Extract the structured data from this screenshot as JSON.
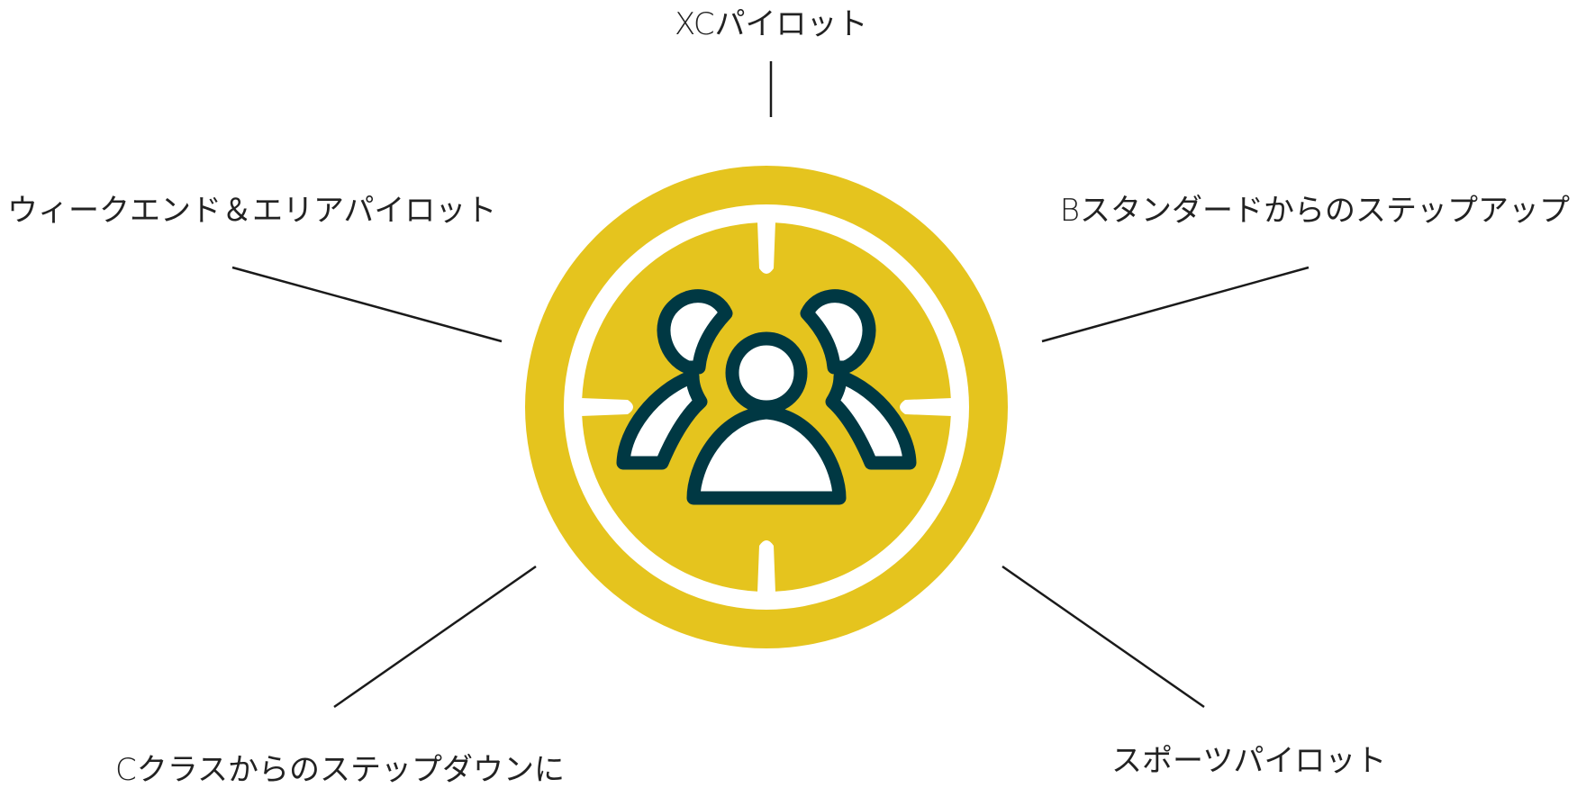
{
  "center": {
    "icon": "group-of-people-icon",
    "outer_color": "#e5c41e",
    "ring_color": "#ffffff",
    "icon_color": "#003843"
  },
  "labels": {
    "top": "XCパイロット",
    "left": "ウィークエンド＆エリアパイロット",
    "right": "Bスタンダードからのステップアップ",
    "bottom_left": "Cクラスからのステップダウンに",
    "bottom_right": "スポーツパイロット"
  },
  "connector_color": "#1a1a1a"
}
